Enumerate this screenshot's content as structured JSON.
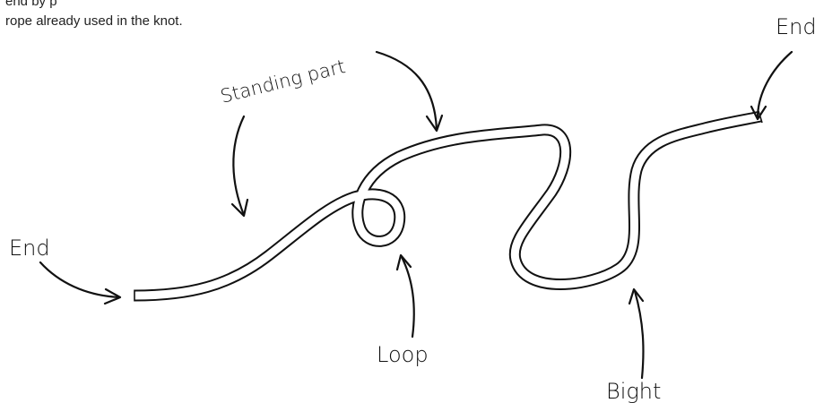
{
  "caption": {
    "line1_partial": "end by p",
    "line2": "rope already used in the knot."
  },
  "labels": {
    "standing_part": "Standing part",
    "end_left": "End",
    "end_right": "End",
    "loop": "Loop",
    "bight": "Bight"
  },
  "colors": {
    "rope_outline": "#111111",
    "rope_fill": "#ffffff",
    "arrow": "#111111",
    "text": "#222222"
  }
}
